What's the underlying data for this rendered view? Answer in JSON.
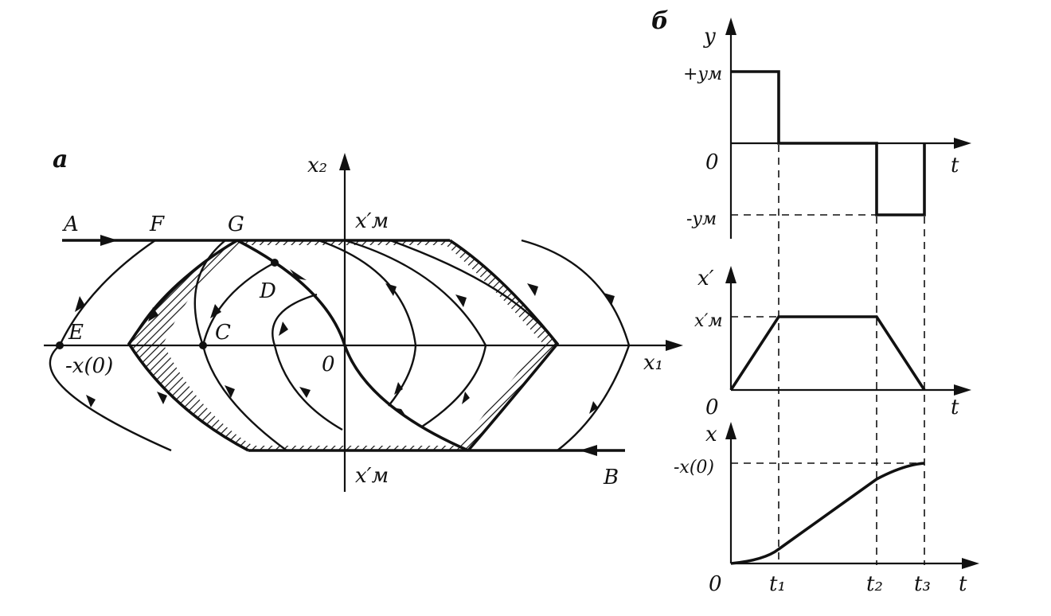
{
  "panel_a": {
    "tag": "а",
    "axis_x1": "x₁",
    "axis_x2": "x₂",
    "origin": "0",
    "upper_limit": "x′м",
    "lower_limit": "x′м",
    "neg_x0": "-x(0)",
    "points": {
      "A": "A",
      "B": "B",
      "C": "C",
      "D": "D",
      "E": "E",
      "F": "F",
      "G": "G"
    }
  },
  "panel_b": {
    "tag": "б",
    "y_label": "y",
    "plus_ym": "+yм",
    "minus_ym": "-yм",
    "xp_label": "x′",
    "xm_label": "x′м",
    "x_label": "x",
    "neg_x0": "-x(0)",
    "origin": "0",
    "t": "t",
    "t1": "t₁",
    "t2": "t₂",
    "t3": "t₃"
  }
}
